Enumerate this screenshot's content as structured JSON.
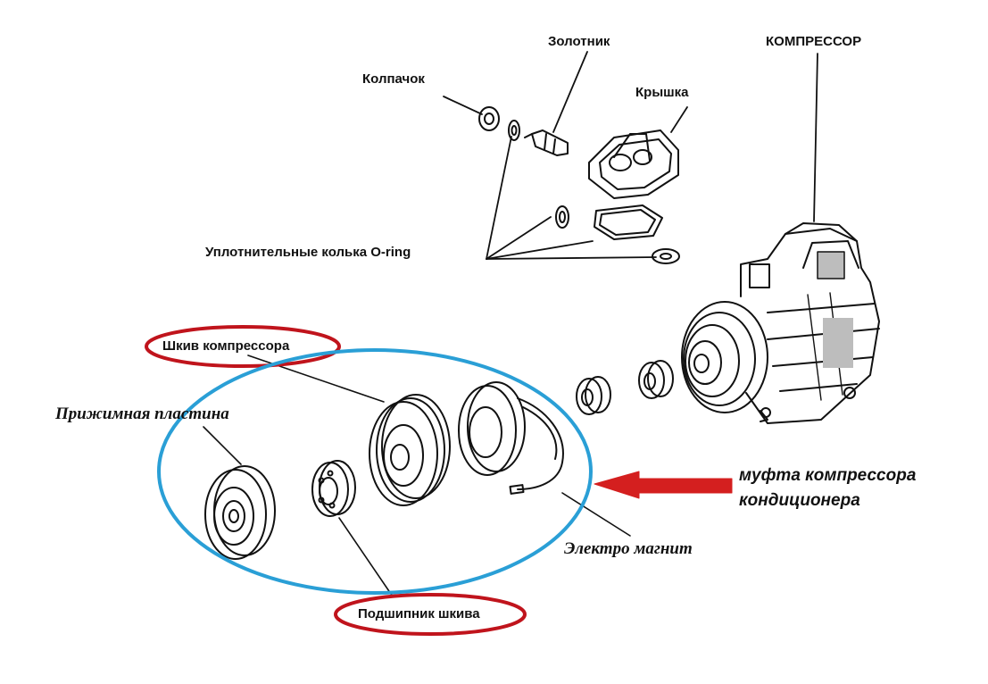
{
  "labels": {
    "zolotnik": "Золотник",
    "kompressor": "КОМПРЕССОР",
    "kolpachok": "Колпачок",
    "kryshka": "Крышка",
    "o_rings": "Уплотнительные колька O-ring",
    "shkiv": "Шкив компрессора",
    "plastina": "Прижимная пластина",
    "podshipnik": "Подшипник шкива",
    "elektromagnit": "Электро магнит",
    "mufta_line1": "муфта компрессора",
    "mufta_line2": "кондиционера"
  },
  "colors": {
    "line": "#111111",
    "highlight_red": "#c0141c",
    "highlight_blue": "#2a9fd6",
    "arrow_red": "#d41f1f",
    "gray_fill": "#bdbdbd"
  }
}
